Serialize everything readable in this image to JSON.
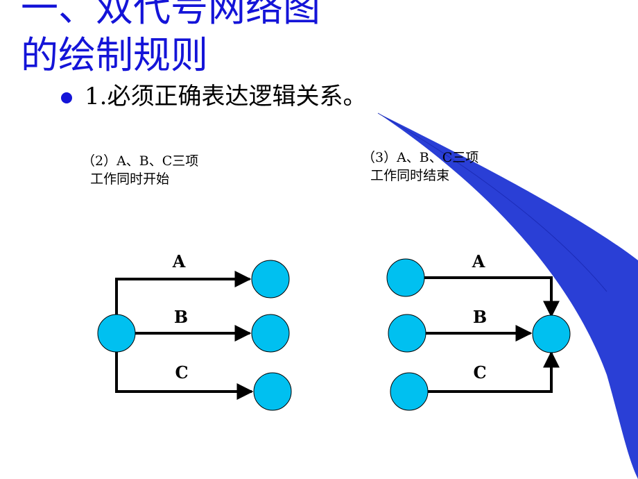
{
  "slide": {
    "title_line1": "一、双代号网络图",
    "title_line2": "的绘制规则",
    "bullet": "1.必须正确表达逻辑关系。"
  },
  "diagram_left": {
    "caption_line1": "（2）A、B、C三项",
    "caption_line2": "  工作同时开始",
    "labels": [
      "A",
      "B",
      "C"
    ]
  },
  "diagram_right": {
    "caption_line1": "（3）A、B、C三项",
    "caption_line2": "  工作同时结束",
    "labels": [
      "A",
      "B",
      "C"
    ]
  },
  "colors": {
    "title": "#1414d8",
    "node_fill": "#00c0f0",
    "decoration": "#2a3fd6"
  }
}
